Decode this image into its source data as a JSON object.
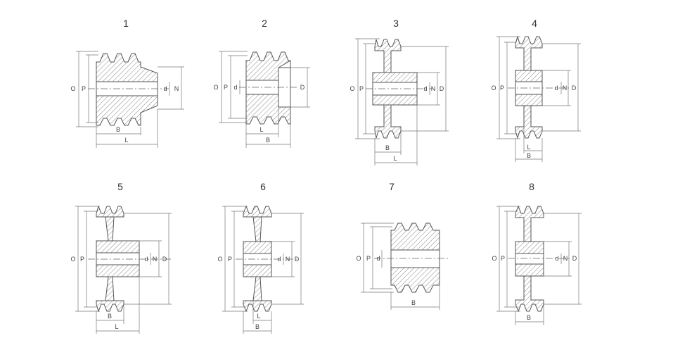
{
  "diagrams": [
    {
      "number": "1",
      "variant": "solid-hub",
      "labels": {
        "o": "O",
        "p": "P",
        "d": "d",
        "n": "N",
        "b": "B",
        "l": "L"
      }
    },
    {
      "number": "2",
      "variant": "solid-recessed",
      "labels": {
        "o": "O",
        "p": "P",
        "d": "d",
        "big_d": "D",
        "l": "L",
        "b": "B"
      }
    },
    {
      "number": "3",
      "variant": "web-hub",
      "labels": {
        "o": "O",
        "p": "P",
        "d": "d",
        "n": "N",
        "big_d": "D",
        "b": "B",
        "l": "L"
      }
    },
    {
      "number": "4",
      "variant": "web-centered",
      "labels": {
        "o": "O",
        "p": "P",
        "d": "d",
        "n": "N",
        "big_d": "D",
        "l": "L",
        "b": "B"
      }
    },
    {
      "number": "5",
      "variant": "arm-hub",
      "labels": {
        "o": "O",
        "p": "P",
        "d": "d",
        "n": "N",
        "big_d": "D",
        "b": "B",
        "l": "L"
      }
    },
    {
      "number": "6",
      "variant": "arm-centered",
      "labels": {
        "o": "O",
        "p": "P",
        "d": "d",
        "n": "N",
        "big_d": "D",
        "l": "L",
        "b": "B"
      }
    },
    {
      "number": "7",
      "variant": "solid-plain",
      "labels": {
        "o": "O",
        "p": "P",
        "d": "d",
        "b": "B"
      }
    },
    {
      "number": "8",
      "variant": "web-short",
      "labels": {
        "o": "O",
        "p": "P",
        "d": "d",
        "n": "N",
        "big_d": "D",
        "b": "B"
      }
    }
  ]
}
